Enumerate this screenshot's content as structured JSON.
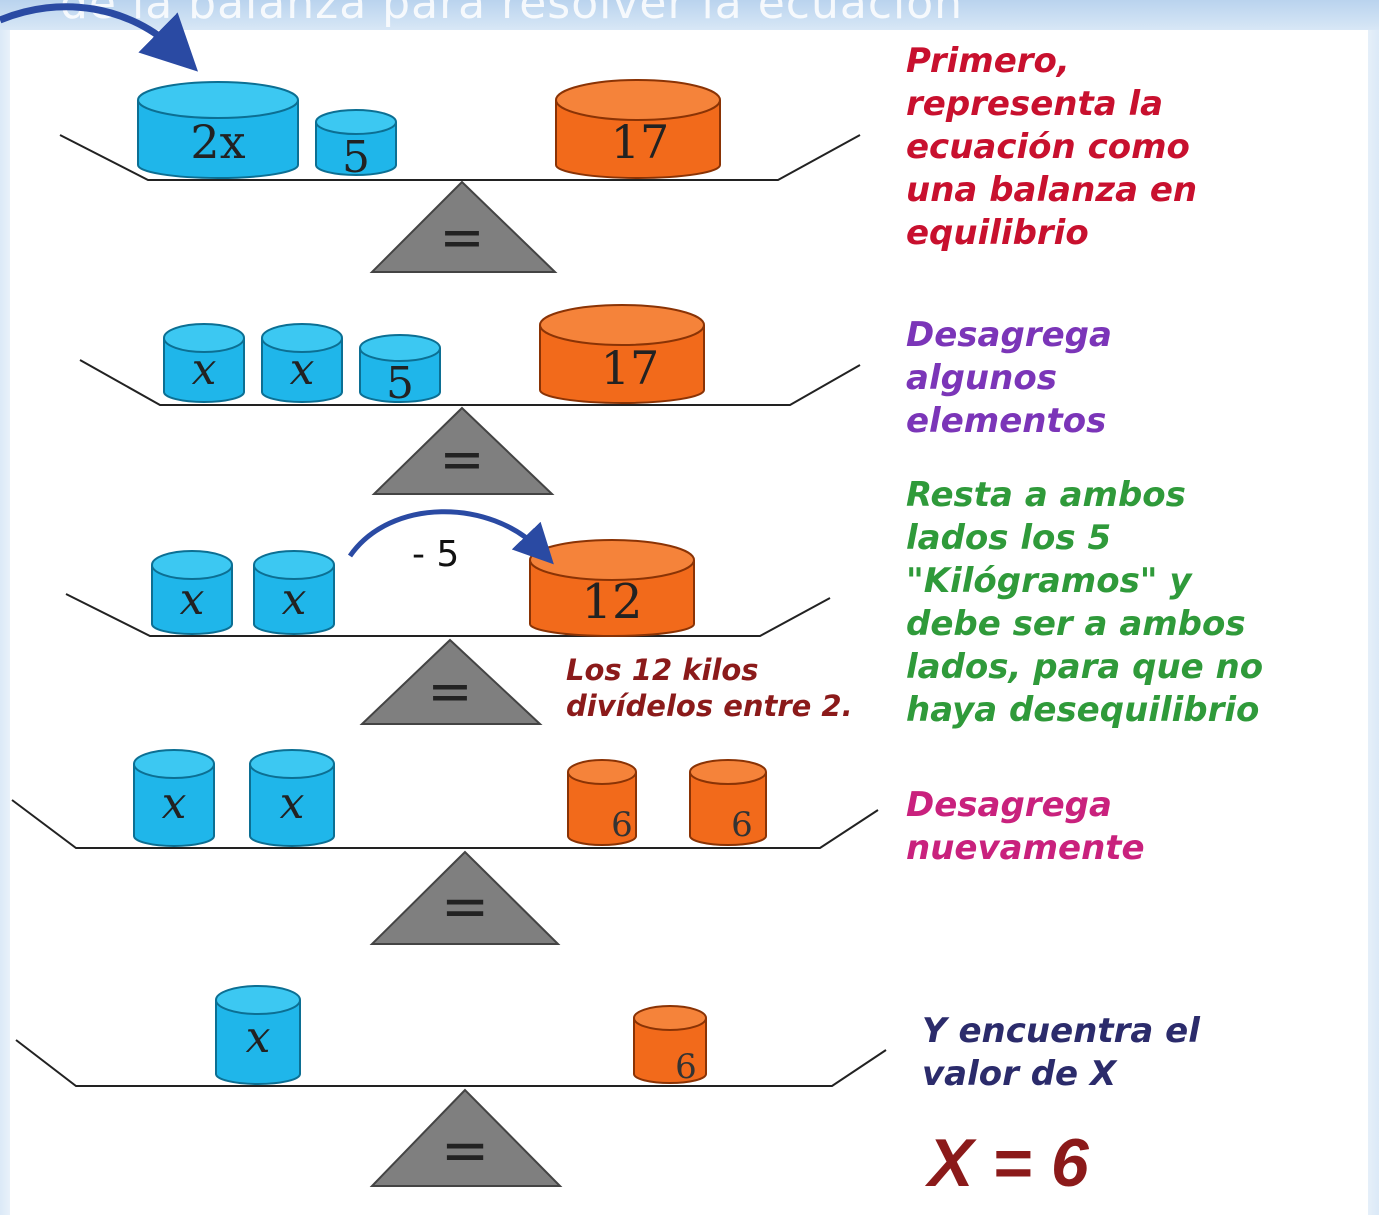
{
  "header": {
    "text": "de la balanza para resolver la ecuación"
  },
  "steps": [
    {
      "caption": "Primero,\nrepresenta la\necuación como\nuna balanza en\nequilibrio",
      "color": "#c8102e",
      "left": [
        "2x",
        "5"
      ],
      "right": [
        "17"
      ]
    },
    {
      "caption": "Desagrega\nalgunos\nelementos",
      "color": "#7b35b8",
      "left": [
        "x",
        "x",
        "5"
      ],
      "right": [
        "17"
      ]
    },
    {
      "caption": "Resta a ambos\nlados los 5\n\"Kilógramos\" y\ndebe ser a ambos\nlados, para que no\nhaya desequilibrio",
      "color": "#2f9a3a",
      "left": [
        "x",
        "x"
      ],
      "right": [
        "12"
      ],
      "operation": "- 5",
      "note": "Los 12 kilos\ndivídelos entre 2."
    },
    {
      "caption": "Desagrega\nnuevamente",
      "color": "#c9217d",
      "left": [
        "x",
        "x"
      ],
      "right": [
        "6",
        "6"
      ]
    },
    {
      "caption": "Y encuentra el\nvalor de X",
      "color": "#2b2b6b",
      "left": [
        "x"
      ],
      "right": [
        "6"
      ]
    }
  ],
  "fulcrum_symbol": "=",
  "answer": "X = 6",
  "colors": {
    "variable": "#1fb6ea",
    "constant": "#f26a1b",
    "fulcrum": "#7f7f7f",
    "arrow": "#2a4aa3"
  }
}
